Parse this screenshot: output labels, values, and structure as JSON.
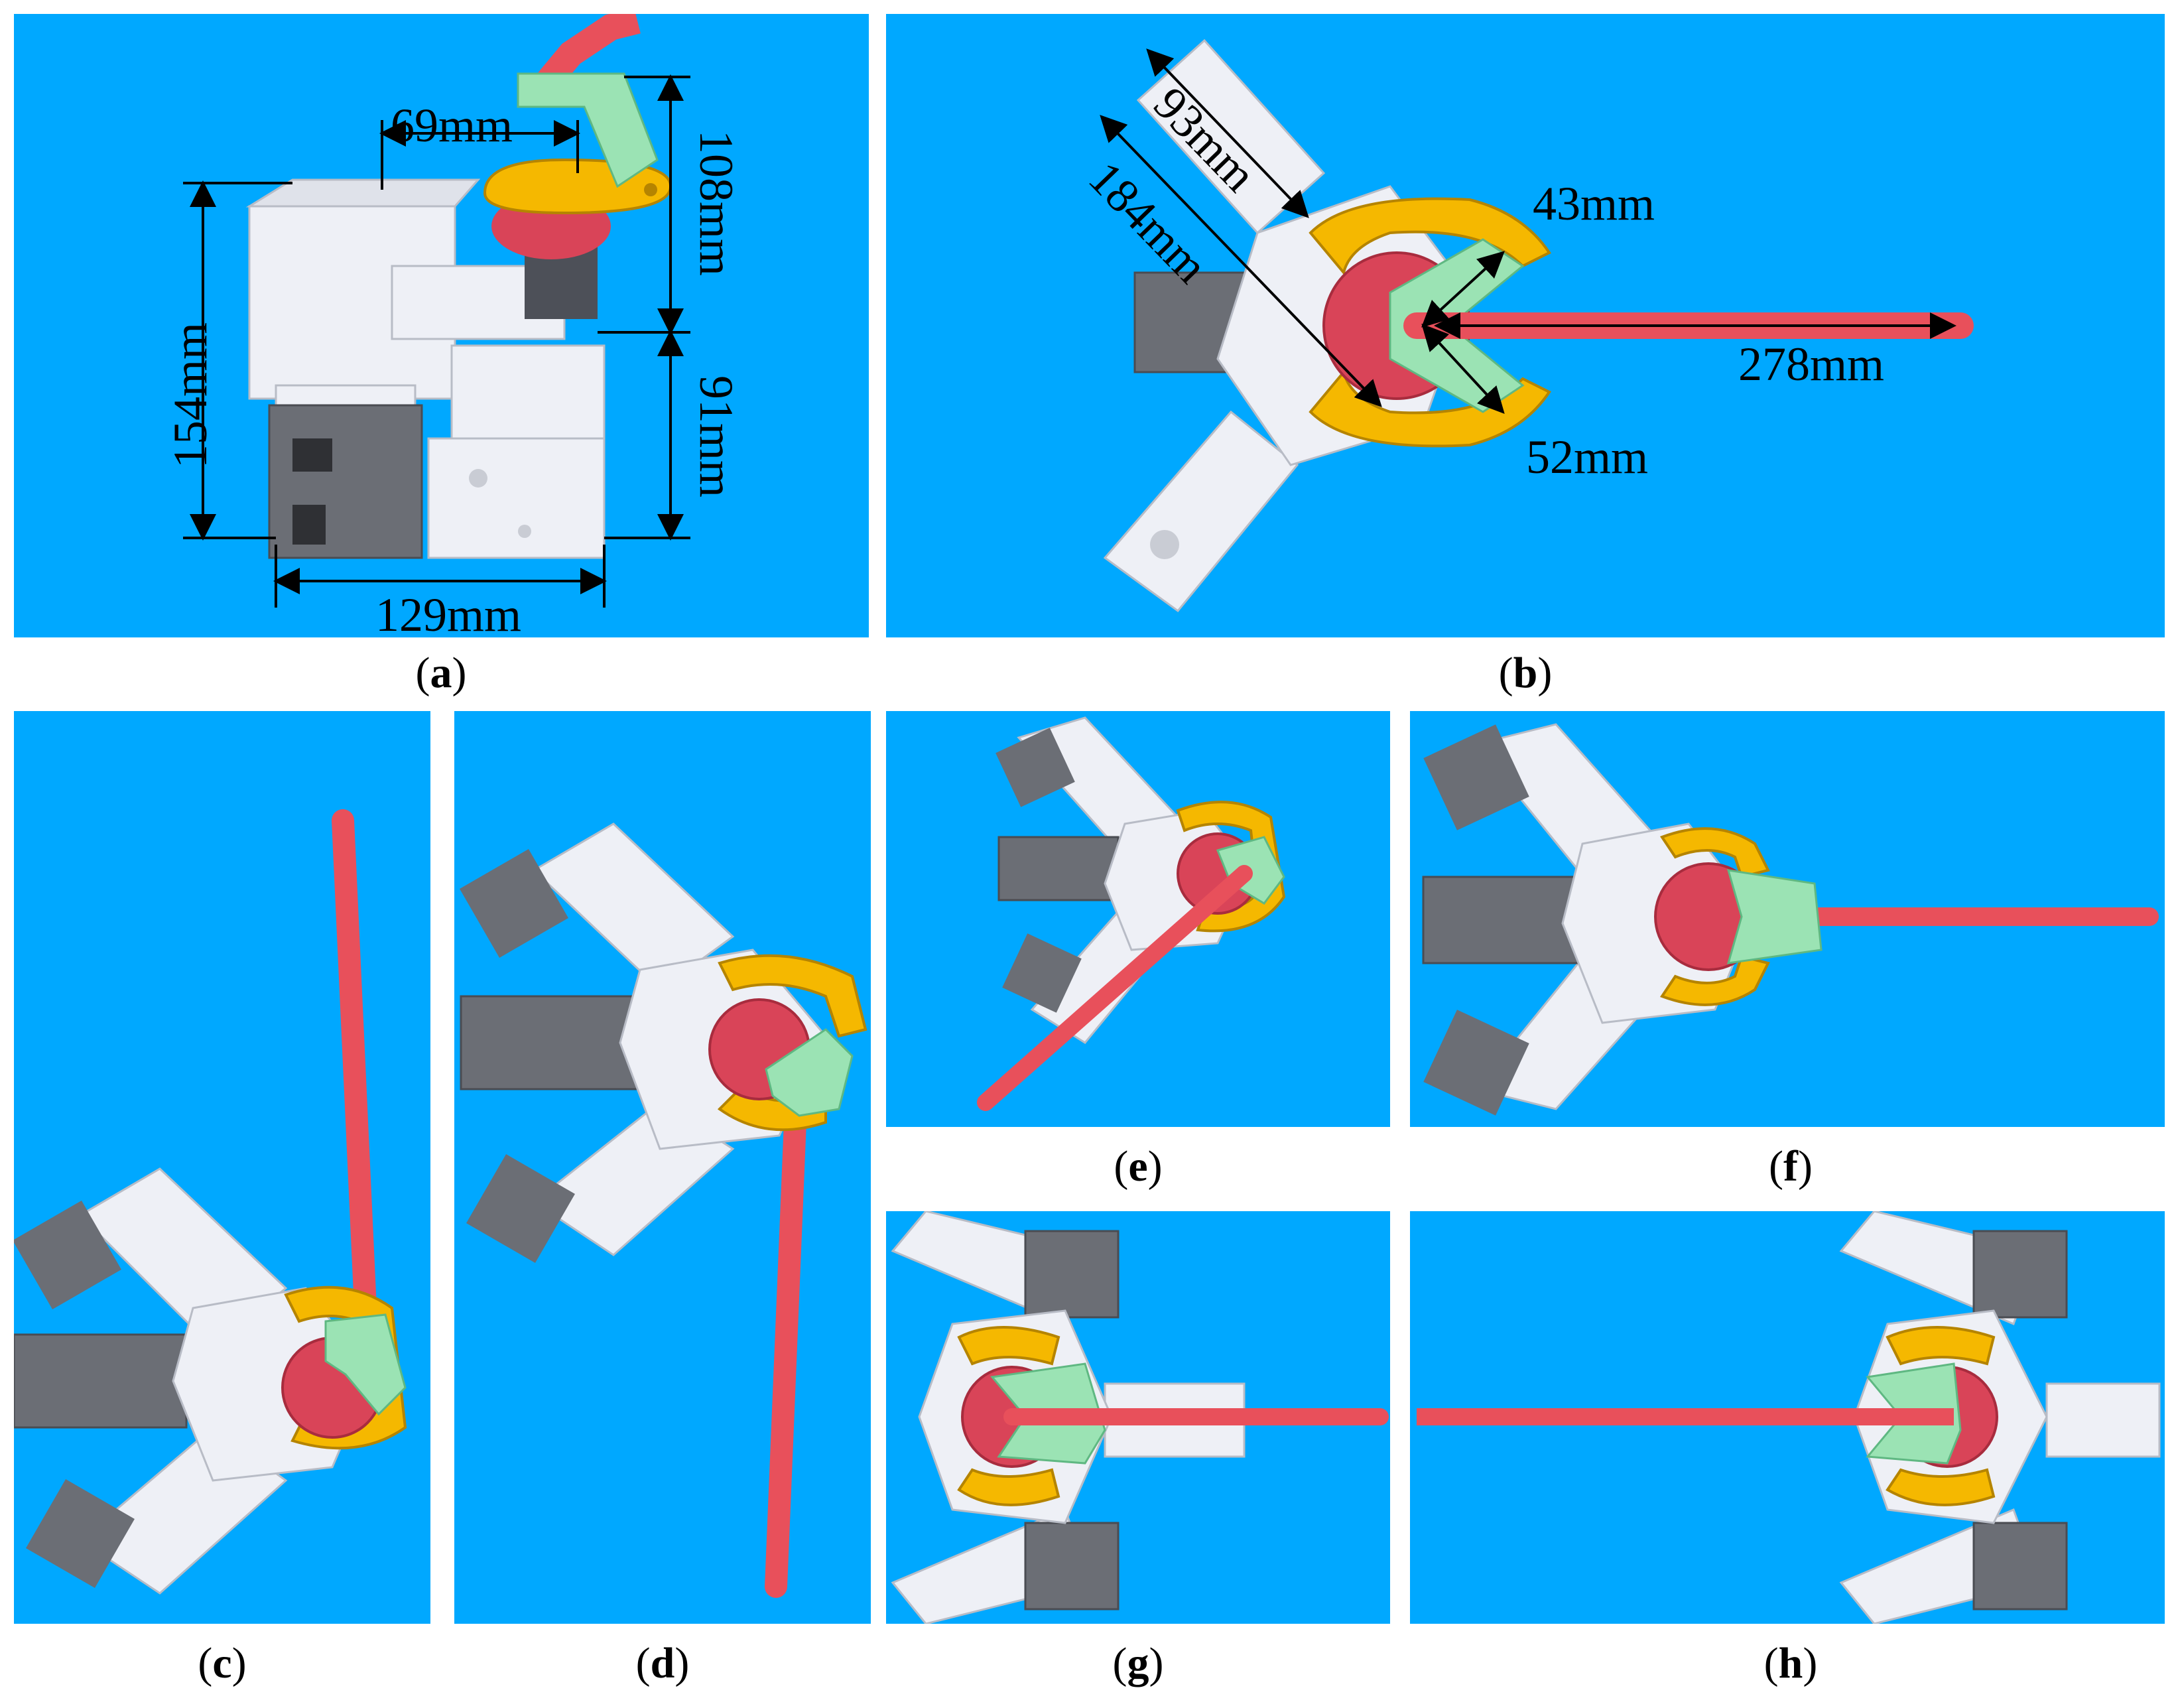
{
  "panels": {
    "a": {
      "label": "a",
      "dims": {
        "d69": "69mm",
        "d108": "108mm",
        "d154": "154mm",
        "d91": "91mm",
        "d129": "129mm"
      }
    },
    "b": {
      "label": "b",
      "dims": {
        "d93": "93mm",
        "d184": "184mm",
        "d43": "43mm",
        "d278": "278mm",
        "d52": "52mm"
      }
    },
    "c": {
      "label": "c"
    },
    "d": {
      "label": "d"
    },
    "e": {
      "label": "e"
    },
    "f": {
      "label": "f"
    },
    "g": {
      "label": "g"
    },
    "h": {
      "label": "h"
    }
  },
  "colors": {
    "background": "#00a8ff",
    "body_white": "#eef0f6",
    "motor_gray": "#6b6e75",
    "rod_red": "#e8505b",
    "ring_yellow": "#f5b800",
    "link_green": "#9be3b4",
    "hub_red": "#d94458"
  }
}
